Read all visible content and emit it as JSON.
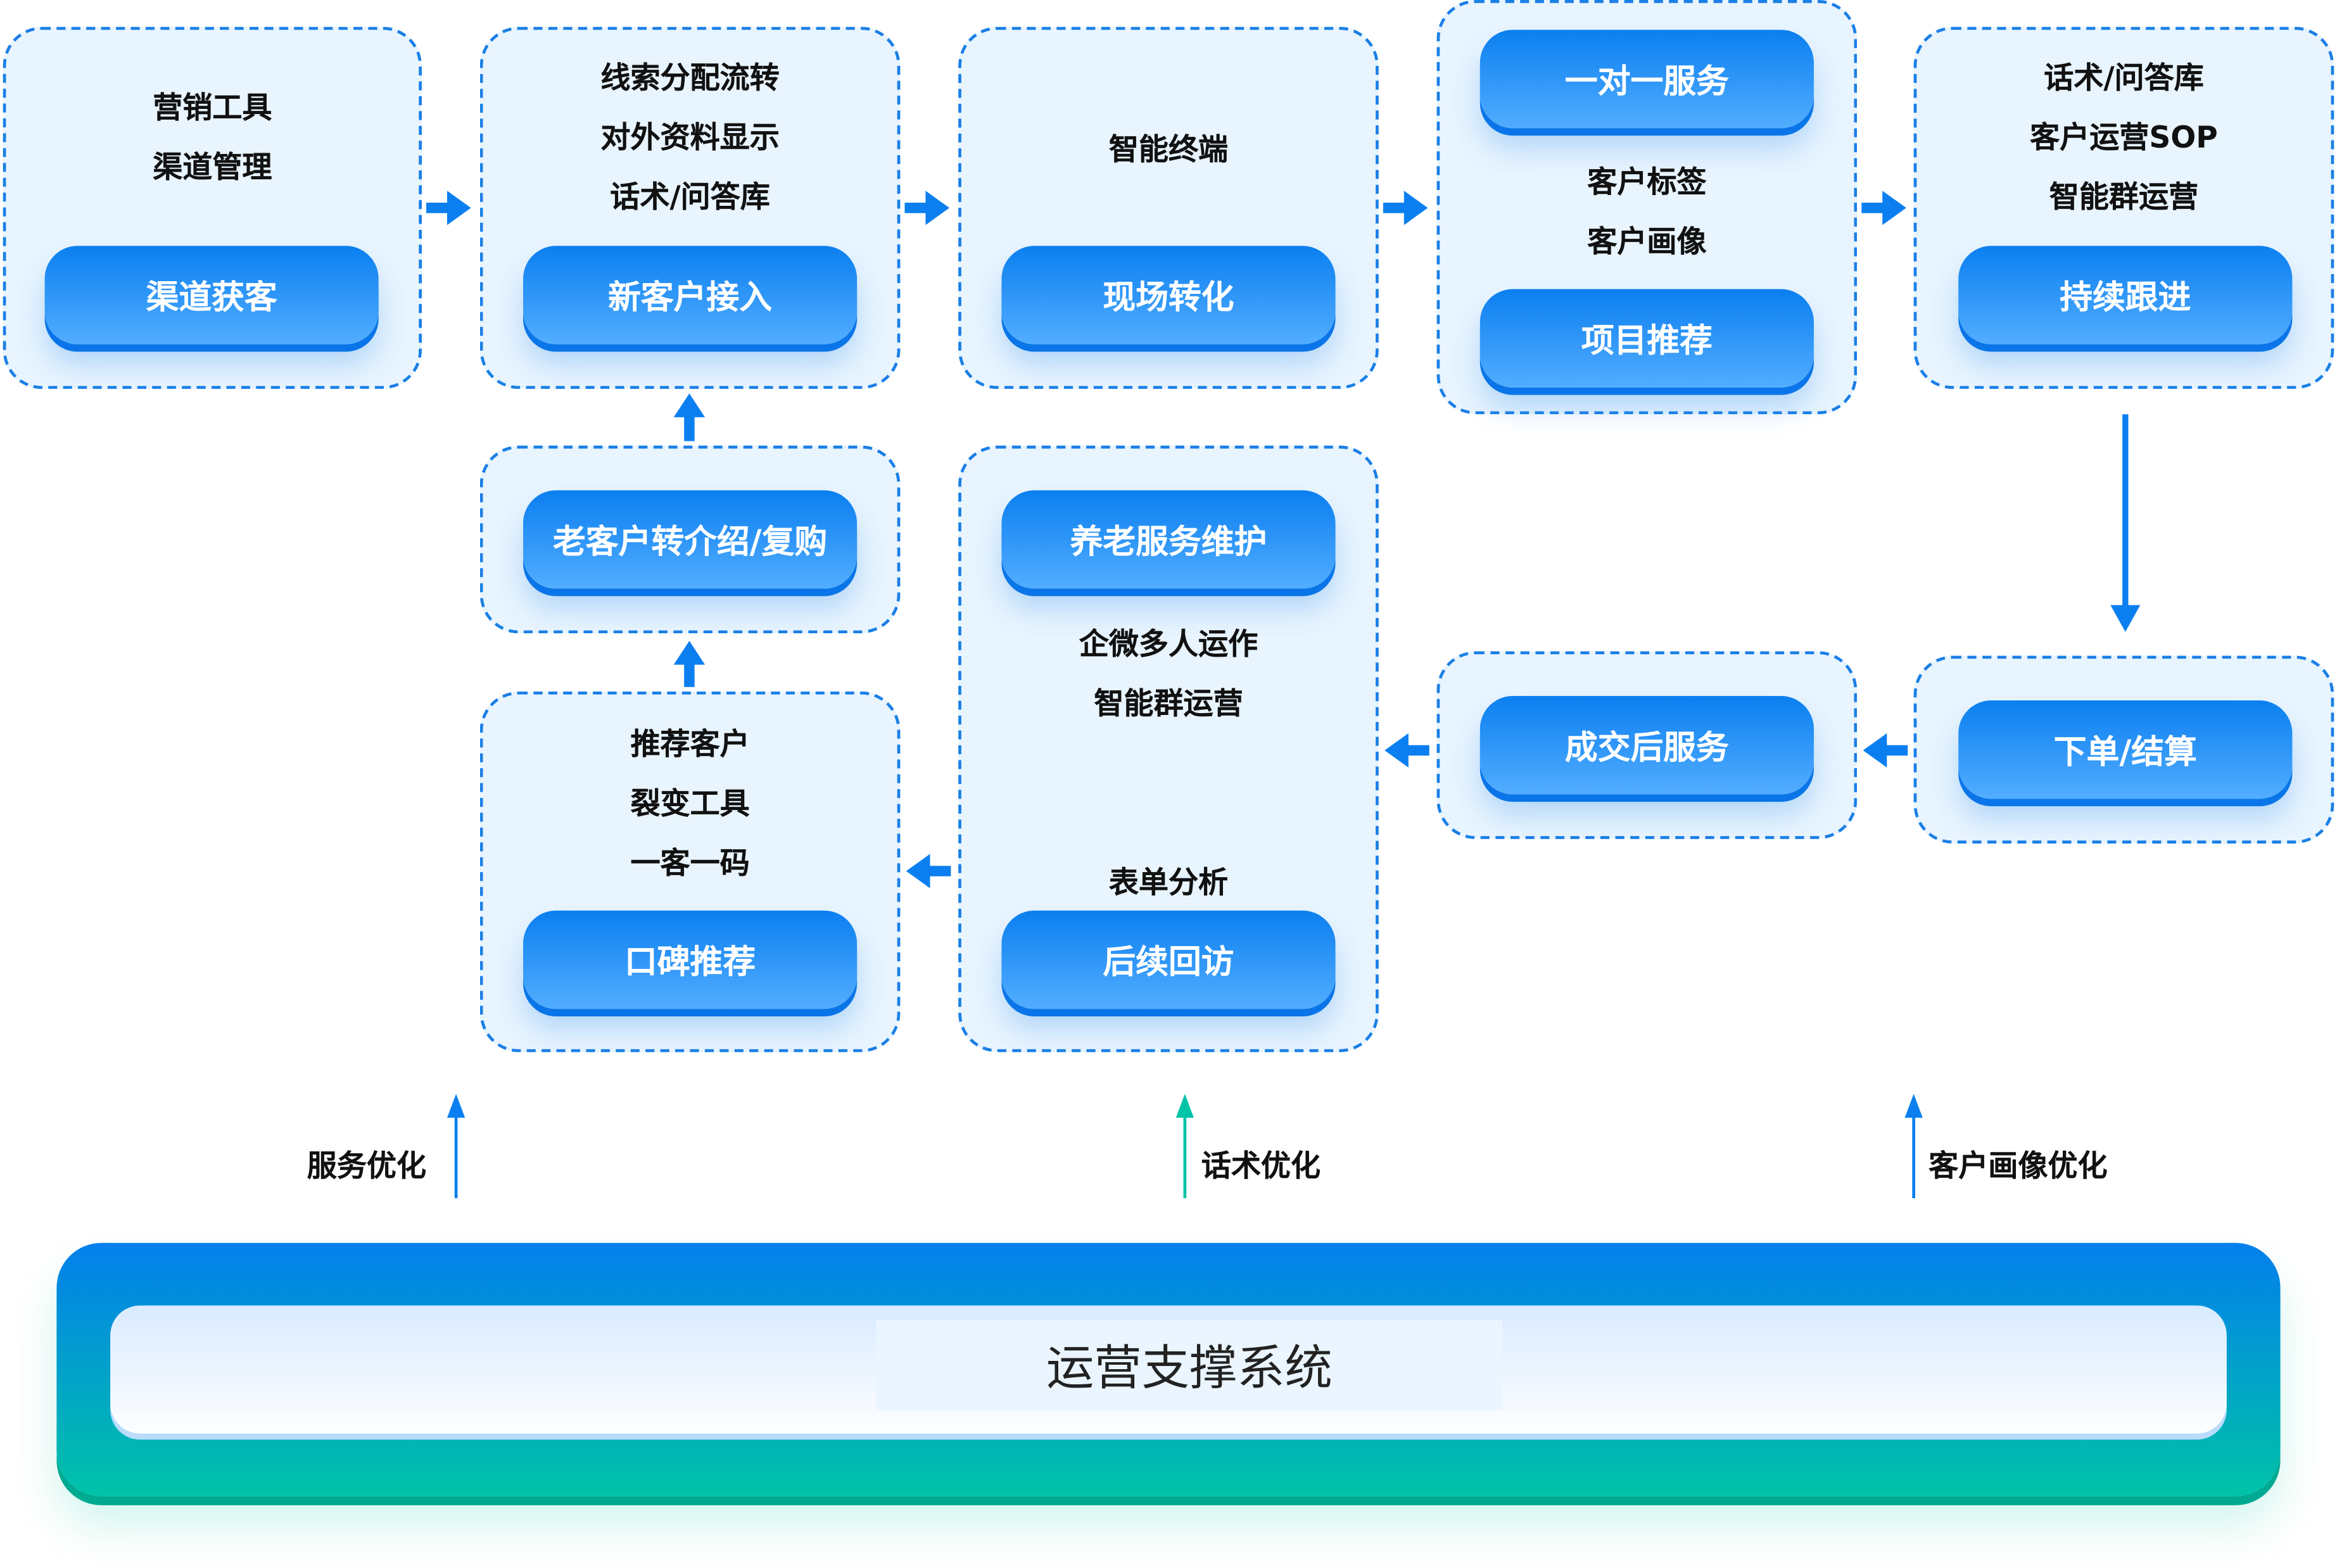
{
  "stages": {
    "acquire": {
      "items": [
        "营销工具",
        "渠道管理"
      ],
      "button": "渠道获客"
    },
    "new_customer": {
      "items": [
        "线索分配流转",
        "对外资料显示",
        "话术/问答库"
      ],
      "button": "新客户接入"
    },
    "onsite": {
      "items": [
        "智能终端"
      ],
      "button": "现场转化"
    },
    "one_on_one": {
      "top_button": "一对一服务",
      "items": [
        "客户标签",
        "客户画像"
      ],
      "button": "项目推荐"
    },
    "follow_up": {
      "items": [
        "话术/问答库",
        "客户运营SOP",
        "智能群运营"
      ],
      "button": "持续跟进"
    },
    "order": {
      "button": "下单/结算"
    },
    "after_sale": {
      "button": "成交后服务"
    },
    "maintenance": {
      "top_button": "养老服务维护",
      "items": [
        "企微多人运作",
        "智能群运营"
      ],
      "bottom_item": "表单分析",
      "button": "后续回访"
    },
    "word_of_mouth": {
      "items": [
        "推荐客户",
        "裂变工具",
        "一客一码"
      ],
      "button": "口碑推荐"
    },
    "referral": {
      "button": "老客户转介绍/复购"
    }
  },
  "optimizations": [
    "服务优化",
    "话术优化",
    "客户画像优化"
  ],
  "support_system": "运营支撑系统",
  "colors": {
    "primary": "#0b7ff0",
    "accent_green": "#00c3a8",
    "box_bg": "#e8f4fe"
  }
}
